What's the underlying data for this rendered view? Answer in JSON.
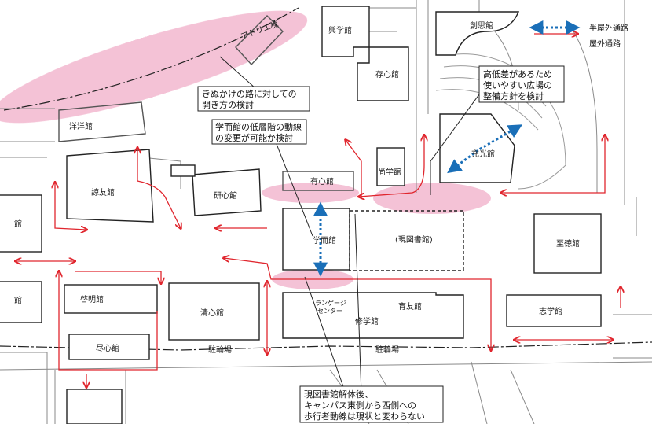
{
  "colors": {
    "outdoor_path": "#e0262e",
    "semi_outdoor_path": "#1a6fb8",
    "highlight": "#f3b8cf",
    "building_stroke": "#222222",
    "map_line": "#8a8a8a"
  },
  "legend": {
    "semi_outdoor": "半屋外通路",
    "outdoor": "屋外通路"
  },
  "buildings": {
    "atelier": "アトリエ棟",
    "kogaku": "興学館",
    "zonshin": "存心館",
    "soshi": "創思館",
    "yoyo": "洋洋館",
    "ryoyu": "諒友館",
    "kenshin": "研心館",
    "yushin": "有心館",
    "shogaku": "尚学館",
    "gakuji": "学而館",
    "genzu": "(現図書館)",
    "koko": "至徳館",
    "shien": "充光館",
    "left_top": "館",
    "left_bottom": "館",
    "keimei": "啓明館",
    "seishin": "清心館",
    "jinshin": "尽心館",
    "language_center": "ランゲージ\nセンター",
    "ikuyu": "育友館",
    "shugaku": "修学館",
    "shigaku": "志学館",
    "parking_1": "駐輪場",
    "parking_2": "駐輪場"
  },
  "notes": {
    "kinukake_1": "きぬかけの路に対しての",
    "kinukake_2": "開き方の検討",
    "gakuji_1": "学而館の低層階の動線",
    "gakuji_2": "の変更が可能か検討",
    "plaza_1": "高低差があるため",
    "plaza_2": "使いやすい広場の",
    "plaza_3": "整備方針を検討",
    "library_1": "現図書館解体後、",
    "library_2": "キャンパス東側から西側への",
    "library_3": "歩行者動線は現状と変わらない"
  }
}
